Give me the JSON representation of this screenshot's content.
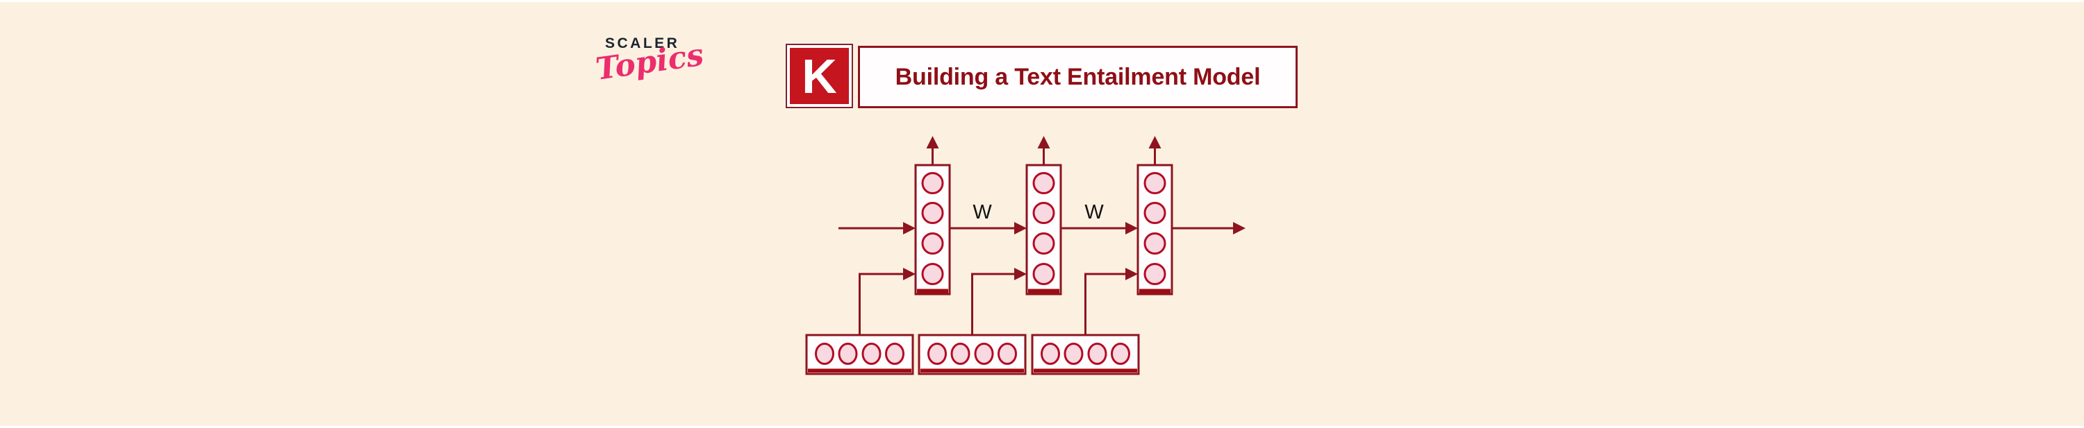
{
  "page": {
    "background_color": "#fcf1e0",
    "edge_color": "#ffffff"
  },
  "brand": {
    "wordmark": "SCALER",
    "sub_wordmark": "Topics",
    "wordmark_color": "#1d2330",
    "sub_wordmark_color": "#ec2d6e"
  },
  "header": {
    "logo_letter": "K",
    "logo_bg_color": "#c5151f",
    "logo_border_color": "#7e2230",
    "title": "Building a Text Entailment Model",
    "title_color": "#8e0f16",
    "box_border_color": "#8e1420",
    "box_fill_color": "#fffdfd"
  },
  "diagram": {
    "type": "unrolled-rnn",
    "cells": 3,
    "hidden_units_per_cell": 4,
    "input_vectors": 3,
    "input_units_per_vector": 4,
    "weight_labels": [
      "W",
      "W"
    ],
    "weight_label_color": "#111111",
    "line_color": "#8e1420",
    "node_stroke_color": "#b30c24",
    "node_fill_color": "#f8d9e1",
    "cell_fill_color": "#fffdfd",
    "base_strip_color": "#9e0c12"
  }
}
